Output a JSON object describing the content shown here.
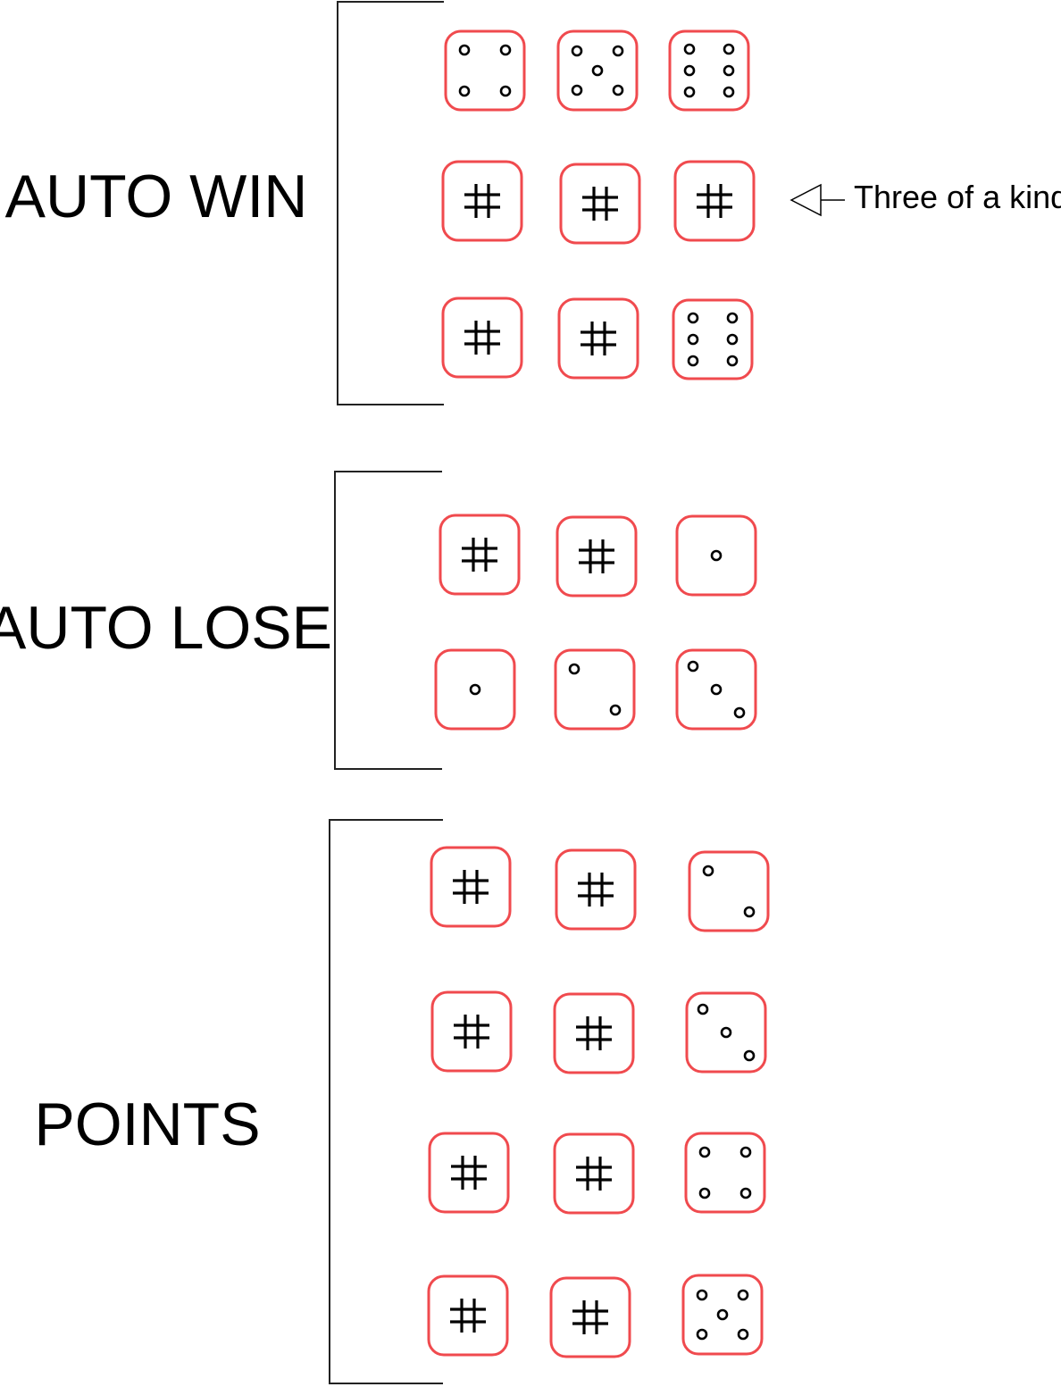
{
  "colors": {
    "die_border": "#f04a4e",
    "pip": "#000000",
    "bracket": "#222222",
    "background": "#ffffff"
  },
  "sections": [
    {
      "label": "AUTO WIN",
      "rows": [
        [
          {
            "face": "4"
          },
          {
            "face": "5"
          },
          {
            "face": "6"
          }
        ],
        [
          {
            "face": "#"
          },
          {
            "face": "#"
          },
          {
            "face": "#"
          }
        ],
        [
          {
            "face": "#"
          },
          {
            "face": "#"
          },
          {
            "face": "6"
          }
        ]
      ]
    },
    {
      "label": "AUTO LOSE",
      "rows": [
        [
          {
            "face": "#"
          },
          {
            "face": "#"
          },
          {
            "face": "1"
          }
        ],
        [
          {
            "face": "1"
          },
          {
            "face": "2"
          },
          {
            "face": "3"
          }
        ]
      ]
    },
    {
      "label": "POINTS",
      "rows": [
        [
          {
            "face": "#"
          },
          {
            "face": "#"
          },
          {
            "face": "2"
          }
        ],
        [
          {
            "face": "#"
          },
          {
            "face": "#"
          },
          {
            "face": "3"
          }
        ],
        [
          {
            "face": "#"
          },
          {
            "face": "#"
          },
          {
            "face": "4"
          }
        ],
        [
          {
            "face": "#"
          },
          {
            "face": "#"
          },
          {
            "face": "5"
          }
        ]
      ]
    }
  ],
  "annotation": {
    "text": "Three of a kind",
    "arrow_icon": "left-arrow-icon"
  }
}
